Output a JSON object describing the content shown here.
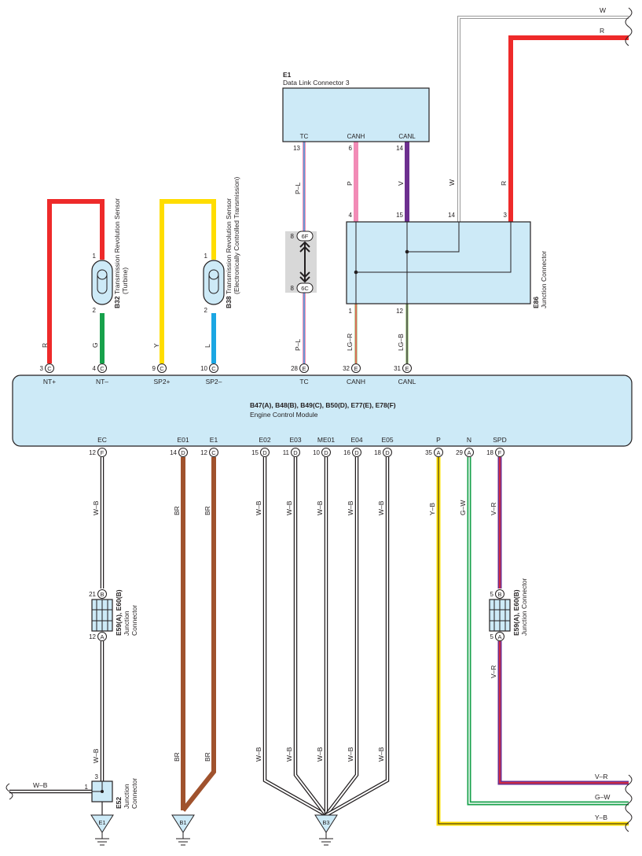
{
  "ecm": {
    "codes": "B47(A), B48(B), B49(C), B50(D), E77(E), E78(F)",
    "name": "Engine Control Module",
    "top_terminals": [
      {
        "name": "NT+",
        "pin": "3",
        "conn": "C"
      },
      {
        "name": "NT–",
        "pin": "4",
        "conn": "C"
      },
      {
        "name": "SP2+",
        "pin": "9",
        "conn": "C"
      },
      {
        "name": "SP2–",
        "pin": "10",
        "conn": "C"
      },
      {
        "name": "TC",
        "pin": "28",
        "conn": "E"
      },
      {
        "name": "CANH",
        "pin": "32",
        "conn": "E"
      },
      {
        "name": "CANL",
        "pin": "31",
        "conn": "E"
      }
    ],
    "bottom_terminals": [
      {
        "name": "EC",
        "pin": "12",
        "conn": "F"
      },
      {
        "name": "E01",
        "pin": "14",
        "conn": "D"
      },
      {
        "name": "E1",
        "pin": "12",
        "conn": "C"
      },
      {
        "name": "E02",
        "pin": "15",
        "conn": "D"
      },
      {
        "name": "E03",
        "pin": "11",
        "conn": "D"
      },
      {
        "name": "ME01",
        "pin": "10",
        "conn": "D"
      },
      {
        "name": "E04",
        "pin": "16",
        "conn": "D"
      },
      {
        "name": "E05",
        "pin": "18",
        "conn": "D"
      },
      {
        "name": "P",
        "pin": "35",
        "conn": "A"
      },
      {
        "name": "N",
        "pin": "29",
        "conn": "A"
      },
      {
        "name": "SPD",
        "pin": "18",
        "conn": "F"
      }
    ]
  },
  "dlc": {
    "code": "E1",
    "name": "Data Link Connector 3",
    "terminals": [
      {
        "name": "TC",
        "pin": "13"
      },
      {
        "name": "CANH",
        "pin": "6"
      },
      {
        "name": "CANL",
        "pin": "14"
      }
    ]
  },
  "e86": {
    "code": "E86",
    "name": "Junction Connector",
    "top_pins": [
      "4",
      "15",
      "14",
      "3"
    ],
    "bottom_pins": [
      "1",
      "12"
    ]
  },
  "b32": {
    "code": "B32",
    "line1": "Transmission Revolution Sensor",
    "line2": "(Turbine)",
    "pin_top": "1",
    "pin_bottom": "2"
  },
  "b38": {
    "code": "B38",
    "line1": "Transmission Revolution Sensor",
    "line2": "(Electronically Controlled Transmission)",
    "pin_top": "1",
    "pin_bottom": "2"
  },
  "inline_conn": {
    "top_pin": "8",
    "top_code": "6F",
    "bottom_pin": "8",
    "bottom_code": "6C"
  },
  "jc_left": {
    "code": "E59(A), E60(B)",
    "name1": "Junction",
    "name2": "Connector",
    "top_pin": "21",
    "top_conn": "B",
    "bottom_pin": "12",
    "bottom_conn": "A"
  },
  "jc_right": {
    "code": "E59(A), E60(B)",
    "name": "Junction Connector",
    "top_pin": "5",
    "top_conn": "B",
    "bottom_pin": "5",
    "bottom_conn": "A"
  },
  "e52": {
    "code": "E52",
    "name1": "Junction",
    "name2": "Connector",
    "pin_top": "3",
    "pin_left": "1"
  },
  "grounds": [
    "E1",
    "B1",
    "B3"
  ],
  "wire_labels": {
    "r": "R",
    "g": "G",
    "y": "Y",
    "l": "L",
    "pl": "P–L",
    "p": "P",
    "v": "V",
    "w": "W",
    "lgr": "LG–R",
    "lgb": "LG–B",
    "wb": "W–B",
    "br": "BR",
    "yb": "Y–B",
    "gw": "G–W",
    "vr": "V–R"
  },
  "colors": {
    "red": "#ee2a2a",
    "green": "#17a14b",
    "yellow": "#ffdd00",
    "blue": "#1aa6e3",
    "pink": "#f28bb6",
    "violet": "#6c2f8f",
    "brown": "#a0522d",
    "box": "#cdeaf7",
    "outline": "#231f20"
  }
}
